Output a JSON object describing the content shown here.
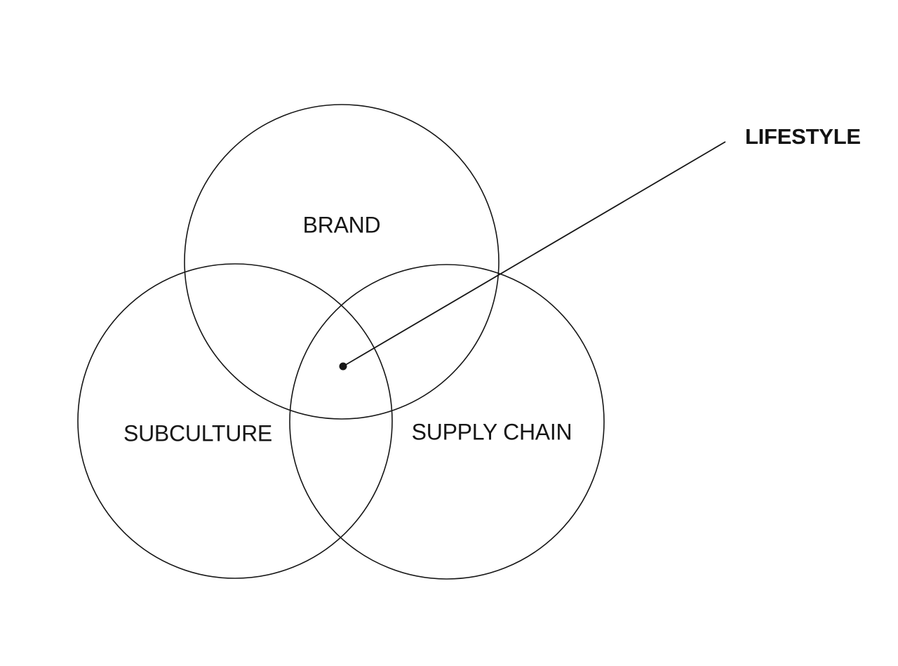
{
  "colors": {
    "background": "#ffffff",
    "ink": "#161616"
  },
  "diagram": {
    "type": "venn-3",
    "circles": [
      {
        "id": "brand",
        "label": "BRAND"
      },
      {
        "id": "subculture",
        "label": "SUBCULTURE"
      },
      {
        "id": "supply-chain",
        "label": "SUPPLY CHAIN"
      }
    ],
    "intersection": {
      "label": "LIFESTYLE"
    }
  }
}
